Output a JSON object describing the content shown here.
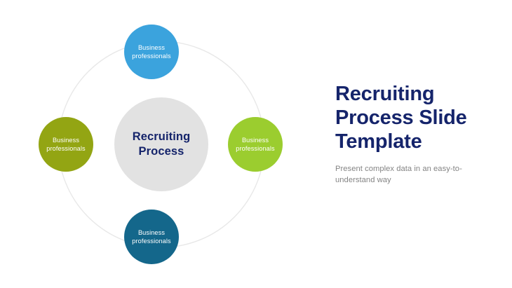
{
  "slide": {
    "background_color": "#ffffff",
    "title": "Recruiting Process Slide Template",
    "subtitle": "Present complex data in an easy-to-understand way",
    "title_color": "#15246b",
    "subtitle_color": "#848484"
  },
  "diagram": {
    "type": "hub-and-spoke-circular",
    "ring_color": "#e8e8e8",
    "hub": {
      "label_line1": "Recruiting",
      "label_line2": "Process",
      "fill_color": "#e2e2e2",
      "text_color": "#15246b"
    },
    "nodes": [
      {
        "position": "top",
        "label_line1": "Business",
        "label_line2": "professionals",
        "fill_color": "#3ba3dd",
        "text_color": "#ffffff"
      },
      {
        "position": "right",
        "label_line1": "Business",
        "label_line2": "professionals",
        "fill_color": "#9bcd2f",
        "text_color": "#ffffff"
      },
      {
        "position": "bottom",
        "label_line1": "Business",
        "label_line2": "professionals",
        "fill_color": "#14678b",
        "text_color": "#ffffff"
      },
      {
        "position": "left",
        "label_line1": "Business",
        "label_line2": "professionals",
        "fill_color": "#93a513",
        "text_color": "#ffffff"
      }
    ]
  }
}
